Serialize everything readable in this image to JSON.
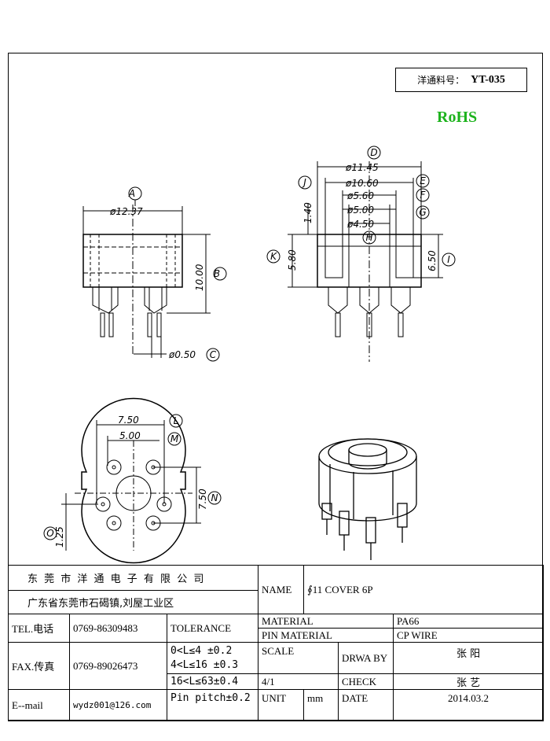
{
  "part": {
    "label": "洋通料号：",
    "value": "YT-035"
  },
  "rohs": "RoHS",
  "dims": {
    "A": "A",
    "B": "B",
    "C": "C",
    "D": "D",
    "E": "E",
    "F": "F",
    "G": "G",
    "H": "H",
    "I": "I",
    "J": "J",
    "K": "K",
    "L": "L",
    "M": "M",
    "N": "N",
    "O": "O",
    "d12_37": "ø12.37",
    "d10_00": "10.00",
    "d0_50": "ø0.50",
    "d11_45": "ø11.45",
    "d10_60": "ø10.60",
    "d5_60": "ø5.60",
    "d5_00": "ø5.00",
    "d4_50": "ø4.50",
    "d1_40": "1.40",
    "d5_80": "5.80",
    "d6_50": "6.50",
    "d7_50h": "7.50",
    "d5_00h": "5.00",
    "d7_50v": "7.50",
    "d1_25": "1.25"
  },
  "title_block": {
    "company": "东 莞 市 洋 通 电 子 有 限 公 司",
    "address": "广东省东莞市石碣镇,刘屋工业区",
    "name_label": "NAME",
    "name_value": "∮11 COVER 6P",
    "material_label": "MATERIAL",
    "material_value": "PA66",
    "pin_material_label": "PIN MATERIAL",
    "pin_material_value": "CP WIRE",
    "tel_label": "TEL.电话",
    "tel_value": "0769-86309483",
    "tolerance_label": "TOLERANCE",
    "fax_label": "FAX.传真",
    "fax_value": "0769-89026473",
    "tol1": "0<L≤4   ±0.2",
    "tol2": "4<L≤16  ±0.3",
    "tol3": "16<L≤63±0.4",
    "tol4": "Pin pitch±0.2",
    "scale_label": "SCALE",
    "scale_value": "4/1",
    "drawn_label": "DRWA BY",
    "drawn_value": "张 阳",
    "check_label": "CHECK",
    "check_value": "张 艺",
    "email_label": "E--mail",
    "email_value": "wydz001@126.com",
    "unit_label": "UNIT",
    "unit_value": "mm",
    "date_label": "DATE",
    "date_value": "2014.03.2"
  }
}
